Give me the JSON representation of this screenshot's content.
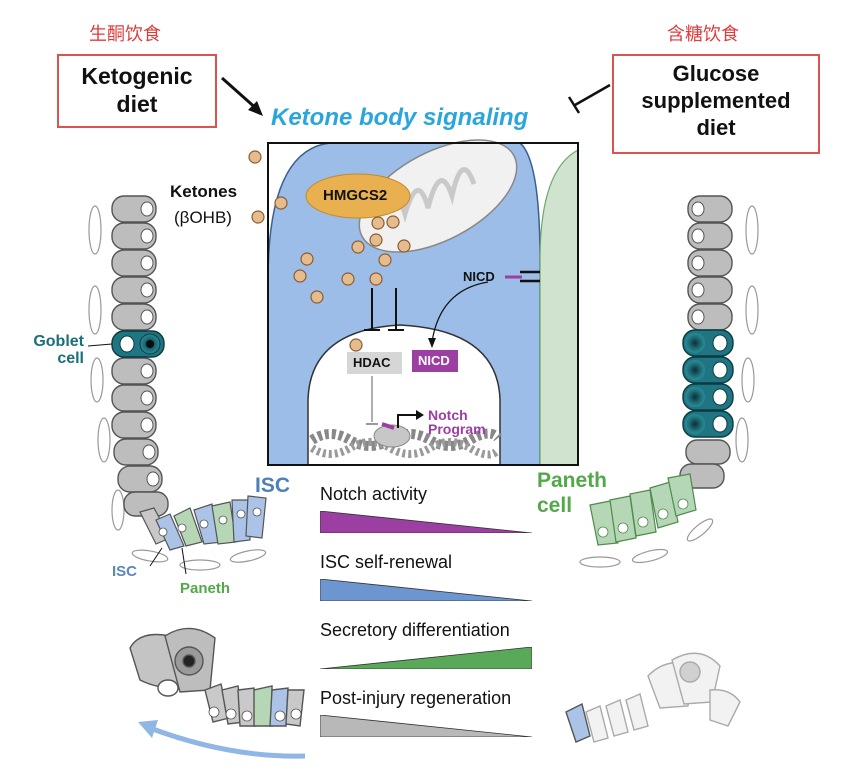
{
  "labels": {
    "cn_left": "生酮饮食",
    "cn_right": "含糖饮食",
    "keto_line1": "Ketogenic",
    "keto_line2": "diet",
    "glucose_line1": "Glucose",
    "glucose_line2": "supplemented",
    "glucose_line3": "diet",
    "title": "Ketone body signaling",
    "ketones": "Ketones",
    "bohb": "(βOHB)",
    "hmgcs2": "HMGCS2",
    "nicd_cyto": "NICD",
    "nicd_nuc": "NICD",
    "hdac": "HDAC",
    "notch_line1": "Notch",
    "notch_line2": "Program",
    "goblet_line1": "Goblet",
    "goblet_line2": "cell",
    "isc_big": "ISC",
    "isc_small": "ISC",
    "paneth_small": "Paneth",
    "paneth_big_line1": "Paneth",
    "paneth_big_line2": "cell"
  },
  "gradients": [
    {
      "label": "Notch activity",
      "color": "#9b3fa3",
      "direction": "decrease"
    },
    {
      "label": "ISC self-renewal",
      "color": "#6d95cf",
      "direction": "decrease"
    },
    {
      "label": "Secretory differentiation",
      "color": "#5aa85a",
      "direction": "increase"
    },
    {
      "label": "Post-injury regeneration",
      "color": "#b8b8b8",
      "direction": "decrease"
    }
  ],
  "colors": {
    "cn_red": "#e03a3a",
    "title_blue": "#2aa6dc",
    "cell_blue": "#a9c6ec",
    "paneth_green": "#53a94a",
    "goblet_teal": "#1a6f7a",
    "nicd_purple": "#9b3fa3",
    "hmgcs2_orange": "#e8b04f"
  }
}
